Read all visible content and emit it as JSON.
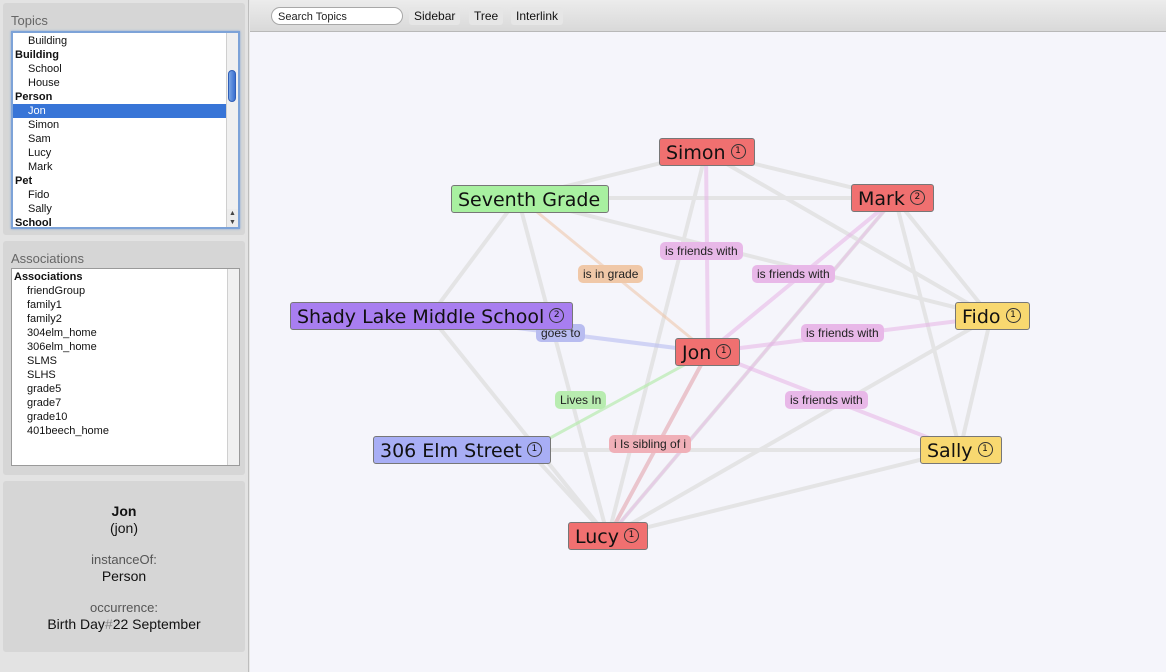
{
  "sidebar": {
    "topics_title": "Topics",
    "topics": [
      {
        "label": "Building",
        "type": "item",
        "selected": false
      },
      {
        "label": "Building",
        "type": "header",
        "selected": false
      },
      {
        "label": "School",
        "type": "item",
        "selected": false
      },
      {
        "label": "House",
        "type": "item",
        "selected": false
      },
      {
        "label": "Person",
        "type": "header",
        "selected": false
      },
      {
        "label": "Jon",
        "type": "item",
        "selected": true
      },
      {
        "label": "Simon",
        "type": "item",
        "selected": false
      },
      {
        "label": "Sam",
        "type": "item",
        "selected": false
      },
      {
        "label": "Lucy",
        "type": "item",
        "selected": false
      },
      {
        "label": "Mark",
        "type": "item",
        "selected": false
      },
      {
        "label": "Pet",
        "type": "header",
        "selected": false
      },
      {
        "label": "Fido",
        "type": "item",
        "selected": false
      },
      {
        "label": "Sally",
        "type": "item",
        "selected": false
      },
      {
        "label": "School",
        "type": "header",
        "selected": false
      }
    ],
    "associations_title": "Associations",
    "associations": [
      {
        "label": "Associations",
        "type": "header"
      },
      {
        "label": "friendGroup",
        "type": "item"
      },
      {
        "label": "family1",
        "type": "item"
      },
      {
        "label": "family2",
        "type": "item"
      },
      {
        "label": "304elm_home",
        "type": "item"
      },
      {
        "label": "306elm_home",
        "type": "item"
      },
      {
        "label": "SLMS",
        "type": "item"
      },
      {
        "label": "SLHS",
        "type": "item"
      },
      {
        "label": "grade5",
        "type": "item"
      },
      {
        "label": "grade7",
        "type": "item"
      },
      {
        "label": "grade10",
        "type": "item"
      },
      {
        "label": "401beech_home",
        "type": "item"
      }
    ]
  },
  "detail": {
    "name": "Jon",
    "id": "(jon)",
    "instance_label": "instanceOf:",
    "instance_value": "Person",
    "occurrence_label": "occurrence:",
    "occurrence_name": "Birth Day",
    "occurrence_sep": "#",
    "occurrence_value": "22 September"
  },
  "toolbar": {
    "search_value": "Search Topics",
    "buttons": [
      "Sidebar",
      "Tree",
      "Interlink"
    ]
  },
  "graph": {
    "nodes": [
      {
        "id": "simon",
        "label": "Simon",
        "badge": "1",
        "color": "#f07070"
      },
      {
        "id": "seventh",
        "label": "Seventh Grade",
        "badge": "",
        "color": "#a8f0a0"
      },
      {
        "id": "mark",
        "label": "Mark",
        "badge": "2",
        "color": "#f07070"
      },
      {
        "id": "shady",
        "label": "Shady Lake Middle School",
        "badge": "2",
        "color": "#a87ef0"
      },
      {
        "id": "fido",
        "label": "Fido",
        "badge": "1",
        "color": "#f8d870"
      },
      {
        "id": "jon",
        "label": "Jon",
        "badge": "1",
        "color": "#f07070"
      },
      {
        "id": "elm",
        "label": "306 Elm Street",
        "badge": "1",
        "color": "#a8aef5"
      },
      {
        "id": "sally",
        "label": "Sally",
        "badge": "1",
        "color": "#f8d870"
      },
      {
        "id": "lucy",
        "label": "Lucy",
        "badge": "1",
        "color": "#f07070"
      }
    ],
    "edge_labels": [
      {
        "id": "ef-simon",
        "text": "is friends with",
        "color": "#e8b8e8"
      },
      {
        "id": "grade",
        "text": "is in grade",
        "color": "#f0c8a8"
      },
      {
        "id": "ef-mark",
        "text": "is friends with",
        "color": "#e8b8e8"
      },
      {
        "id": "goes",
        "text": "goes to",
        "color": "#b8bcf0"
      },
      {
        "id": "ef-fido",
        "text": "is friends with",
        "color": "#e8b8e8"
      },
      {
        "id": "lives",
        "text": "Lives In",
        "color": "#b8ecb0"
      },
      {
        "id": "ef-sally",
        "text": "is friends with",
        "color": "#e8b8e8"
      },
      {
        "id": "sibling",
        "text": "i Is sibling of i",
        "color": "#f0b0b8"
      }
    ]
  }
}
